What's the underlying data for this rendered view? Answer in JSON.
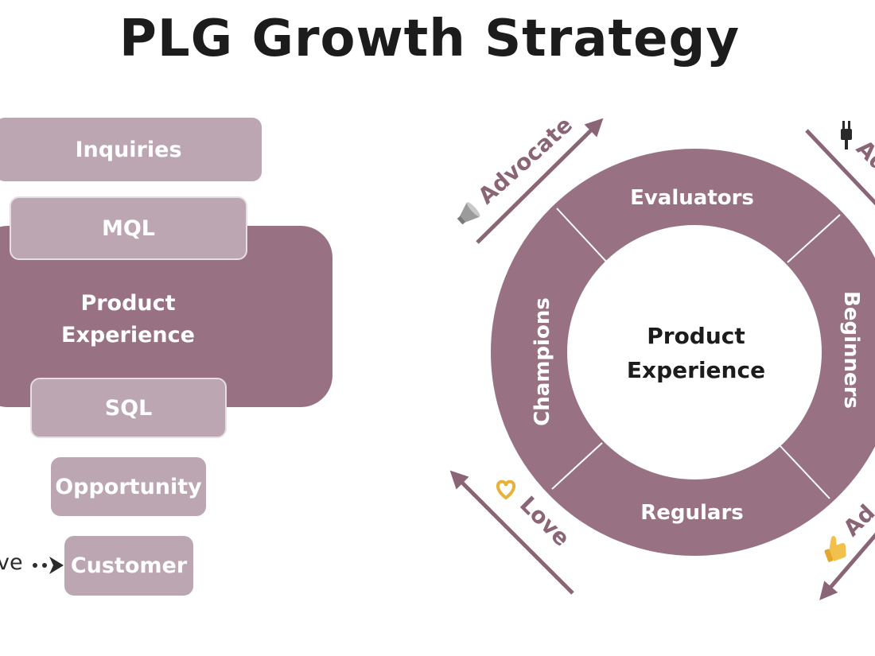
{
  "title": "PLG Growth Strategy",
  "funnel": {
    "stages": [
      "Inquiries",
      "MQL",
      "SQL",
      "Opportunity",
      "Customer"
    ],
    "center_line1": "Product",
    "center_line2": "Experience",
    "lead_text": "ve"
  },
  "cycle": {
    "center_line1": "Product",
    "center_line2": "Experience",
    "segments": {
      "top": "Evaluators",
      "right": "Beginners",
      "bottom": "Regulars",
      "left": "Champions"
    },
    "arrows": {
      "top_left": "Advocate",
      "top_right": "Ad",
      "bottom_left": "Love",
      "bottom_right": "Ad"
    }
  },
  "colors": {
    "ring": "#987283",
    "light": "#bba6b1",
    "arrow_label": "#8a6576",
    "text": "#1c1c1c"
  },
  "icons": [
    "megaphone-icon",
    "plug-icon",
    "heart-hands-icon",
    "thumbs-up-icon",
    "arrow-head-icon"
  ]
}
